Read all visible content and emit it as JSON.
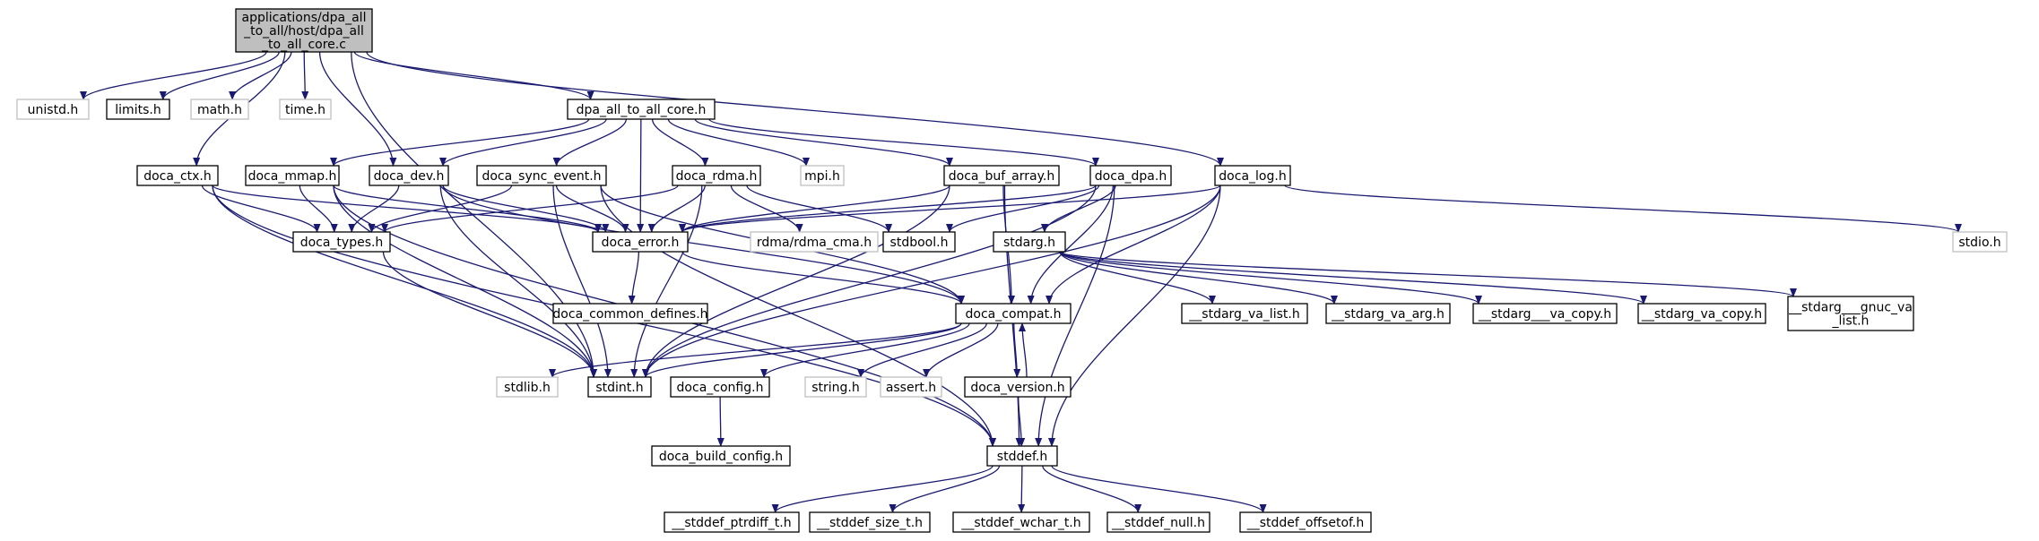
{
  "diagram": {
    "title": "",
    "colors": {
      "edge": "#191970",
      "root_fill": "#bfbfbf",
      "root_border": "#000000",
      "header_border": "#000000",
      "system_border": "#bfbfbf",
      "node_fill": "#ffffff",
      "text": "#000000"
    },
    "nodes": [
      {
        "id": "root",
        "kind": "root",
        "label_lines": [
          "applications/dpa_all",
          "_to_all/host/dpa_all",
          "_to_all_core.c"
        ]
      },
      {
        "id": "unistd",
        "kind": "system",
        "label_lines": [
          "unistd.h"
        ]
      },
      {
        "id": "limits",
        "kind": "header",
        "label_lines": [
          "limits.h"
        ]
      },
      {
        "id": "math",
        "kind": "system",
        "label_lines": [
          "math.h"
        ]
      },
      {
        "id": "time",
        "kind": "system",
        "label_lines": [
          "time.h"
        ]
      },
      {
        "id": "dpa_core",
        "kind": "header",
        "label_lines": [
          "dpa_all_to_all_core.h"
        ]
      },
      {
        "id": "doca_ctx",
        "kind": "header",
        "label_lines": [
          "doca_ctx.h"
        ]
      },
      {
        "id": "doca_mmap",
        "kind": "header",
        "label_lines": [
          "doca_mmap.h"
        ]
      },
      {
        "id": "doca_dev",
        "kind": "header",
        "label_lines": [
          "doca_dev.h"
        ]
      },
      {
        "id": "doca_sync_event",
        "kind": "header",
        "label_lines": [
          "doca_sync_event.h"
        ]
      },
      {
        "id": "doca_rdma",
        "kind": "header",
        "label_lines": [
          "doca_rdma.h"
        ]
      },
      {
        "id": "mpi",
        "kind": "system",
        "label_lines": [
          "mpi.h"
        ]
      },
      {
        "id": "doca_buf_array",
        "kind": "header",
        "label_lines": [
          "doca_buf_array.h"
        ]
      },
      {
        "id": "doca_dpa",
        "kind": "header",
        "label_lines": [
          "doca_dpa.h"
        ]
      },
      {
        "id": "doca_log",
        "kind": "header",
        "label_lines": [
          "doca_log.h"
        ]
      },
      {
        "id": "stdio",
        "kind": "system",
        "label_lines": [
          "stdio.h"
        ]
      },
      {
        "id": "doca_types",
        "kind": "header",
        "label_lines": [
          "doca_types.h"
        ]
      },
      {
        "id": "doca_error",
        "kind": "header",
        "label_lines": [
          "doca_error.h"
        ]
      },
      {
        "id": "rdma_cma",
        "kind": "system",
        "label_lines": [
          "rdma/rdma_cma.h"
        ]
      },
      {
        "id": "stdbool",
        "kind": "header",
        "label_lines": [
          "stdbool.h"
        ]
      },
      {
        "id": "stdarg",
        "kind": "header",
        "label_lines": [
          "stdarg.h"
        ]
      },
      {
        "id": "doca_common_defines",
        "kind": "header",
        "label_lines": [
          "doca_common_defines.h"
        ]
      },
      {
        "id": "doca_compat",
        "kind": "header",
        "label_lines": [
          "doca_compat.h"
        ]
      },
      {
        "id": "stdarg_va_list",
        "kind": "header",
        "label_lines": [
          "__stdarg_va_list.h"
        ]
      },
      {
        "id": "stdarg_va_arg",
        "kind": "header",
        "label_lines": [
          "__stdarg_va_arg.h"
        ]
      },
      {
        "id": "stdarg___va_copy",
        "kind": "header",
        "label_lines": [
          "__stdarg___va_copy.h"
        ]
      },
      {
        "id": "stdarg_va_copy",
        "kind": "header",
        "label_lines": [
          "__stdarg_va_copy.h"
        ]
      },
      {
        "id": "stdarg_gnuc",
        "kind": "header",
        "label_lines": [
          "__stdarg___gnuc_va",
          "_list.h"
        ]
      },
      {
        "id": "stdlib",
        "kind": "system",
        "label_lines": [
          "stdlib.h"
        ]
      },
      {
        "id": "stdint",
        "kind": "header",
        "label_lines": [
          "stdint.h"
        ]
      },
      {
        "id": "doca_config",
        "kind": "header",
        "label_lines": [
          "doca_config.h"
        ]
      },
      {
        "id": "string",
        "kind": "system",
        "label_lines": [
          "string.h"
        ]
      },
      {
        "id": "assert",
        "kind": "system",
        "label_lines": [
          "assert.h"
        ]
      },
      {
        "id": "doca_version",
        "kind": "header",
        "label_lines": [
          "doca_version.h"
        ]
      },
      {
        "id": "doca_build_config",
        "kind": "header",
        "label_lines": [
          "doca_build_config.h"
        ]
      },
      {
        "id": "stddef",
        "kind": "header",
        "label_lines": [
          "stddef.h"
        ]
      },
      {
        "id": "stddef_ptrdiff",
        "kind": "header",
        "label_lines": [
          "__stddef_ptrdiff_t.h"
        ]
      },
      {
        "id": "stddef_size",
        "kind": "header",
        "label_lines": [
          "__stddef_size_t.h"
        ]
      },
      {
        "id": "stddef_wchar",
        "kind": "header",
        "label_lines": [
          "__stddef_wchar_t.h"
        ]
      },
      {
        "id": "stddef_null",
        "kind": "header",
        "label_lines": [
          "__stddef_null.h"
        ]
      },
      {
        "id": "stddef_offsetof",
        "kind": "header",
        "label_lines": [
          "__stddef_offsetof.h"
        ]
      }
    ],
    "edges": [
      [
        "root",
        "unistd"
      ],
      [
        "root",
        "limits"
      ],
      [
        "root",
        "math"
      ],
      [
        "root",
        "time"
      ],
      [
        "root",
        "dpa_core"
      ],
      [
        "root",
        "doca_ctx"
      ],
      [
        "root",
        "doca_dev"
      ],
      [
        "root",
        "doca_log"
      ],
      [
        "root",
        "stdint"
      ],
      [
        "dpa_core",
        "doca_mmap"
      ],
      [
        "dpa_core",
        "doca_dev"
      ],
      [
        "dpa_core",
        "doca_sync_event"
      ],
      [
        "dpa_core",
        "doca_rdma"
      ],
      [
        "dpa_core",
        "mpi"
      ],
      [
        "dpa_core",
        "doca_buf_array"
      ],
      [
        "dpa_core",
        "doca_dpa"
      ],
      [
        "dpa_core",
        "doca_error"
      ],
      [
        "doca_ctx",
        "doca_types"
      ],
      [
        "doca_ctx",
        "doca_error"
      ],
      [
        "doca_ctx",
        "stdint"
      ],
      [
        "doca_ctx",
        "stddef"
      ],
      [
        "doca_mmap",
        "doca_types"
      ],
      [
        "doca_mmap",
        "doca_error"
      ],
      [
        "doca_mmap",
        "stdint"
      ],
      [
        "doca_mmap",
        "stddef"
      ],
      [
        "doca_dev",
        "doca_types"
      ],
      [
        "doca_dev",
        "doca_error"
      ],
      [
        "doca_dev",
        "doca_compat"
      ],
      [
        "doca_dev",
        "stdint"
      ],
      [
        "doca_sync_event",
        "doca_types"
      ],
      [
        "doca_sync_event",
        "doca_error"
      ],
      [
        "doca_sync_event",
        "doca_compat"
      ],
      [
        "doca_sync_event",
        "stdint"
      ],
      [
        "doca_sync_event",
        "stddef"
      ],
      [
        "doca_rdma",
        "doca_types"
      ],
      [
        "doca_rdma",
        "doca_error"
      ],
      [
        "doca_rdma",
        "rdma_cma"
      ],
      [
        "doca_rdma",
        "stdbool"
      ],
      [
        "doca_rdma",
        "stdint"
      ],
      [
        "doca_buf_array",
        "doca_error"
      ],
      [
        "doca_buf_array",
        "doca_compat"
      ],
      [
        "doca_buf_array",
        "stdint"
      ],
      [
        "doca_buf_array",
        "stddef"
      ],
      [
        "doca_dpa",
        "doca_error"
      ],
      [
        "doca_dpa",
        "stdbool"
      ],
      [
        "doca_dpa",
        "stdarg"
      ],
      [
        "doca_dpa",
        "doca_compat"
      ],
      [
        "doca_dpa",
        "stdint"
      ],
      [
        "doca_dpa",
        "stddef"
      ],
      [
        "doca_log",
        "doca_error"
      ],
      [
        "doca_log",
        "stdio"
      ],
      [
        "doca_log",
        "doca_compat"
      ],
      [
        "doca_log",
        "stdint"
      ],
      [
        "doca_log",
        "stddef"
      ],
      [
        "doca_types",
        "stdint"
      ],
      [
        "doca_error",
        "doca_common_defines"
      ],
      [
        "doca_error",
        "doca_compat"
      ],
      [
        "stdarg",
        "stdarg_va_list"
      ],
      [
        "stdarg",
        "stdarg_va_arg"
      ],
      [
        "stdarg",
        "stdarg___va_copy"
      ],
      [
        "stdarg",
        "stdarg_va_copy"
      ],
      [
        "stdarg",
        "stdarg_gnuc"
      ],
      [
        "doca_compat",
        "stdlib"
      ],
      [
        "doca_compat",
        "stdint"
      ],
      [
        "doca_compat",
        "doca_config"
      ],
      [
        "doca_compat",
        "string"
      ],
      [
        "doca_compat",
        "assert"
      ],
      [
        "doca_compat",
        "doca_version"
      ],
      [
        "doca_config",
        "doca_build_config"
      ],
      [
        "doca_version",
        "doca_compat"
      ],
      [
        "doca_version",
        "stddef"
      ],
      [
        "stddef",
        "stddef_ptrdiff"
      ],
      [
        "stddef",
        "stddef_size"
      ],
      [
        "stddef",
        "stddef_wchar"
      ],
      [
        "stddef",
        "stddef_null"
      ],
      [
        "stddef",
        "stddef_offsetof"
      ]
    ]
  }
}
